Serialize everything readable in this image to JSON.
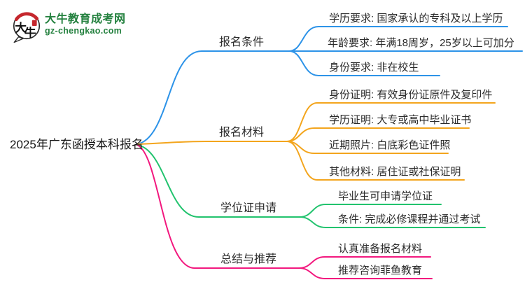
{
  "page": {
    "background": "#ffffff",
    "type": "mindmap-infographic"
  },
  "logo": {
    "icon_label": "大牛",
    "site_name": "大牛教育成考网",
    "site_url": "gz-chengkao.com",
    "brand_green": "#24813f",
    "seal_red": "#c5272d"
  },
  "mindmap": {
    "root_label": "2025年广东函授本科报名",
    "branches": [
      {
        "label": "报名条件",
        "color": "#2d93e8",
        "leaves": [
          "学历要求: 国家承认的专科及以上学历",
          "年龄要求: 年满18周岁，25岁以上可加分",
          "身份要求: 非在校生"
        ]
      },
      {
        "label": "报名材料",
        "color": "#f3a51d",
        "leaves": [
          "身份证明: 有效身份证原件及复印件",
          "学历证明: 大专或高中毕业证书",
          "近期照片: 白底彩色证件照",
          "其他材料: 居住证或社保证明"
        ]
      },
      {
        "label": "学位证申请",
        "color": "#22c36e",
        "leaves": [
          "毕业生可申请学位证",
          "条件: 完成必修课程并通过考试"
        ]
      },
      {
        "label": "总结与推荐",
        "color": "#f2187e",
        "leaves": [
          "认真准备报名材料",
          "推荐咨询菲鱼教育"
        ]
      }
    ]
  }
}
